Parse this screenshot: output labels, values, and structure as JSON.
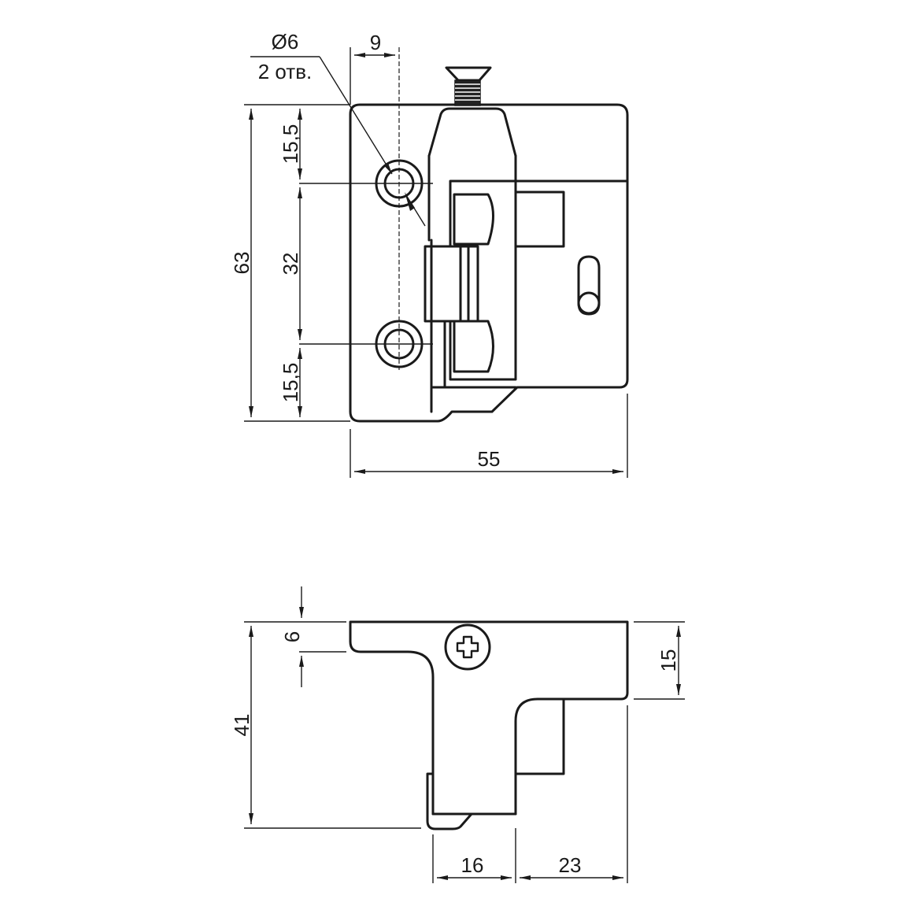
{
  "top_view": {
    "hole_diameter": "Ø6",
    "hole_count": "2 отв.",
    "hole_offset": "9",
    "height_total": "63",
    "edge_top": "15,5",
    "hole_spacing": "32",
    "edge_bottom": "15,5",
    "width_total": "55"
  },
  "side_view": {
    "flange_thickness": "6",
    "height_total": "41",
    "right_height": "15",
    "base_width": "16",
    "step_width": "23"
  }
}
